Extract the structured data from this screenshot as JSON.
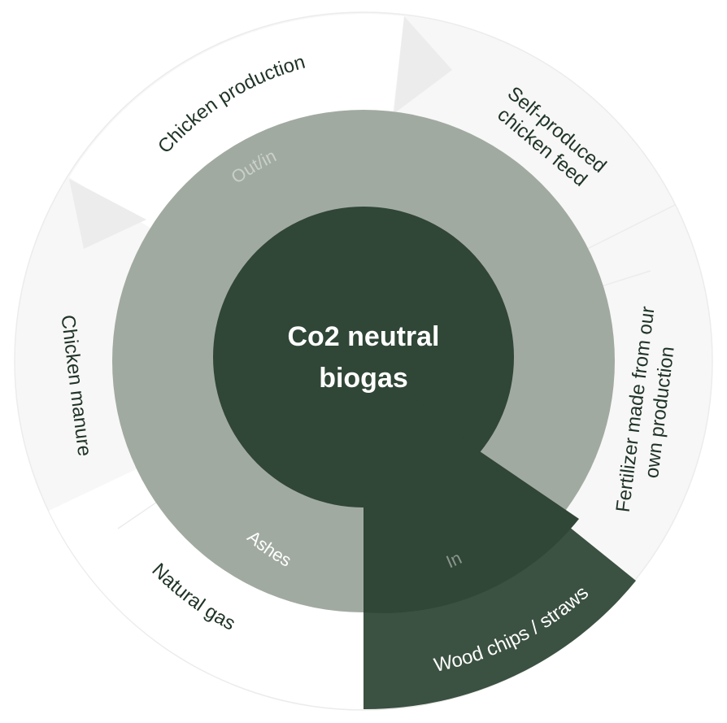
{
  "center": {
    "line1": "Co2 neutral",
    "line2": "biogas"
  },
  "ring_labels": {
    "out_in": "Out/in",
    "ashes": "Ashes",
    "in": "In"
  },
  "segments": {
    "chicken_production": "Chicken production",
    "self_produced_line1": "Self-produced",
    "self_produced_line2": "chicken feed",
    "fertilizer_line1": "Fertilizer made from our",
    "fertilizer_line2": "own production",
    "wood_chips": "Wood chips / straws",
    "natural_gas": "Natural gas",
    "chicken_manure": "Chicken manure"
  },
  "colors": {
    "outer_ring": "#f7f7f7",
    "outer_stroke": "#ececec",
    "middle_ring": "#a1aaa1",
    "core": "#304636",
    "highlight_segment": "#3b5141",
    "dark_text": "#1f3326",
    "light_text": "#ffffff",
    "faint_text": "#c9cfc9",
    "arrow": "#ececec"
  }
}
